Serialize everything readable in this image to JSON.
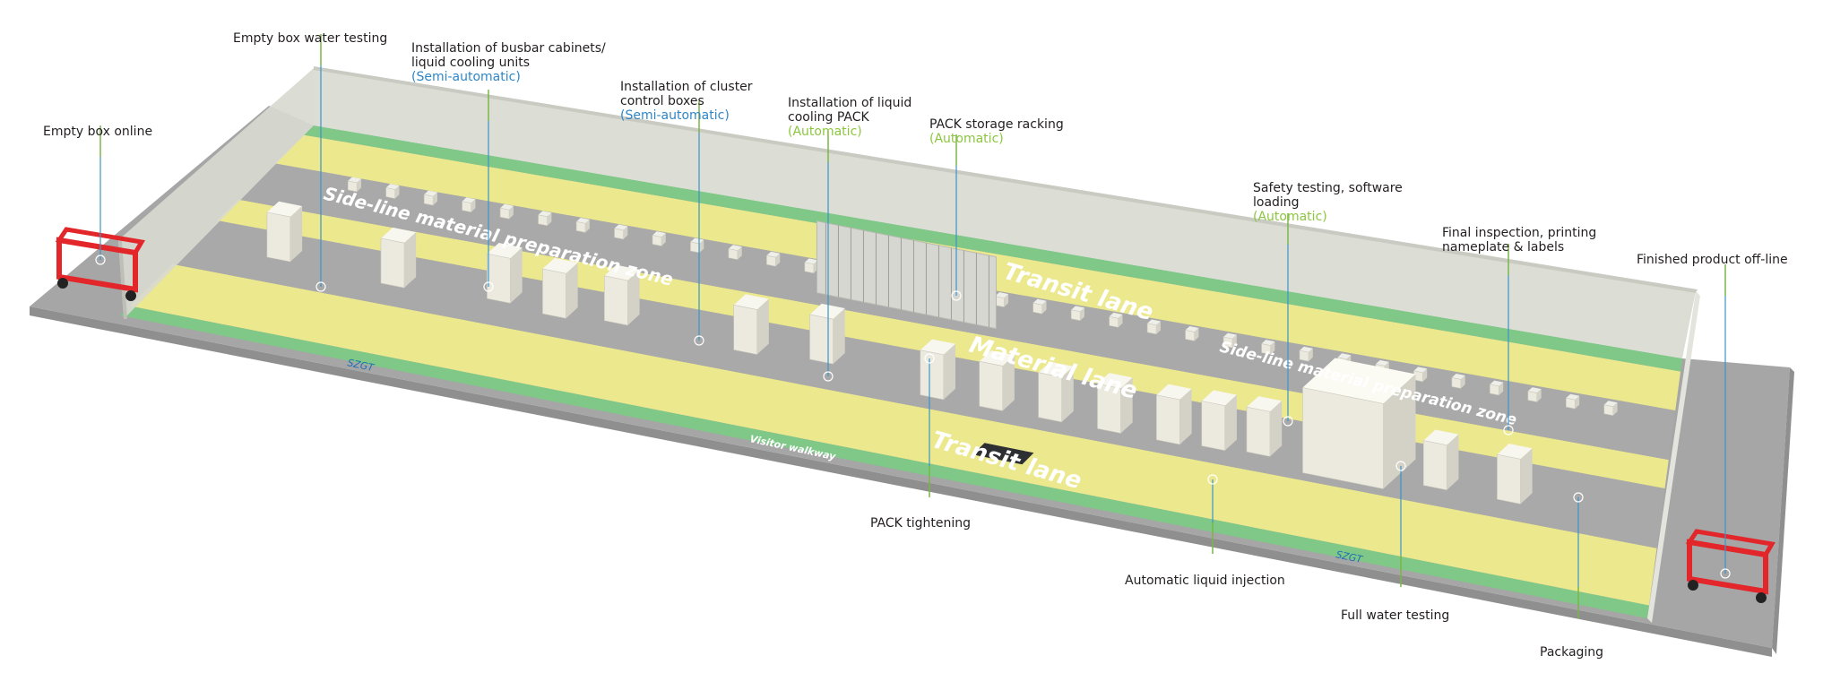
{
  "title": "Liquid-cooled energy storage container assembly line layout",
  "colors": {
    "floor_yellow": "#ece88e",
    "floor_gray": "#a9a9a9",
    "walkway_green": "#7fc887",
    "wall": "#dcddd4",
    "slab": "#a4a4a4",
    "cart_red": "#e2262a",
    "leader_blue": "#3b94c8",
    "leader_green": "#7ab648",
    "semi_automatic": "#2f86c6",
    "automatic": "#8cc63f"
  },
  "zones": {
    "side_line_left": "Side-line material preparation zone",
    "side_line_right": "Side-line material preparation zone",
    "transit_lane_top": "Transit lane",
    "material_lane": "Material lane",
    "transit_lane_bottom": "Transit lane",
    "visitor_walkway": "Visitor walkway",
    "brand_mark_left": "SZGT",
    "brand_mark_right": "SZGT"
  },
  "stations": [
    {
      "id": "empty-box-online",
      "label": "Empty box online",
      "mode": ""
    },
    {
      "id": "empty-box-water-testing",
      "label": "Empty box water testing",
      "mode": ""
    },
    {
      "id": "busbar-cabinets",
      "label": "Installation of busbar cabinets/\nliquid cooling units",
      "mode": "(Semi-automatic)",
      "mode_type": "semi"
    },
    {
      "id": "cluster-control-boxes",
      "label": "Installation of cluster\ncontrol boxes",
      "mode": "(Semi-automatic)",
      "mode_type": "semi"
    },
    {
      "id": "liquid-cooling-pack",
      "label": "Installation of liquid\ncooling PACK",
      "mode": "(Automatic)",
      "mode_type": "auto"
    },
    {
      "id": "pack-storage-racking",
      "label": "PACK storage racking",
      "mode": "(Automatic)",
      "mode_type": "auto"
    },
    {
      "id": "safety-testing",
      "label": "Safety testing, software\nloading",
      "mode": "(Automatic)",
      "mode_type": "auto"
    },
    {
      "id": "final-inspection",
      "label": "Final inspection, printing\nnameplate & labels",
      "mode": ""
    },
    {
      "id": "finished-product-off-line",
      "label": "Finished  product off-line",
      "mode": ""
    },
    {
      "id": "pack-tightening",
      "label": "PACK tightening",
      "mode": ""
    },
    {
      "id": "automatic-liquid-injection",
      "label": "Automatic liquid injection",
      "mode": ""
    },
    {
      "id": "full-water-testing",
      "label": "Full water testing",
      "mode": ""
    },
    {
      "id": "packaging",
      "label": "Packaging",
      "mode": ""
    }
  ]
}
